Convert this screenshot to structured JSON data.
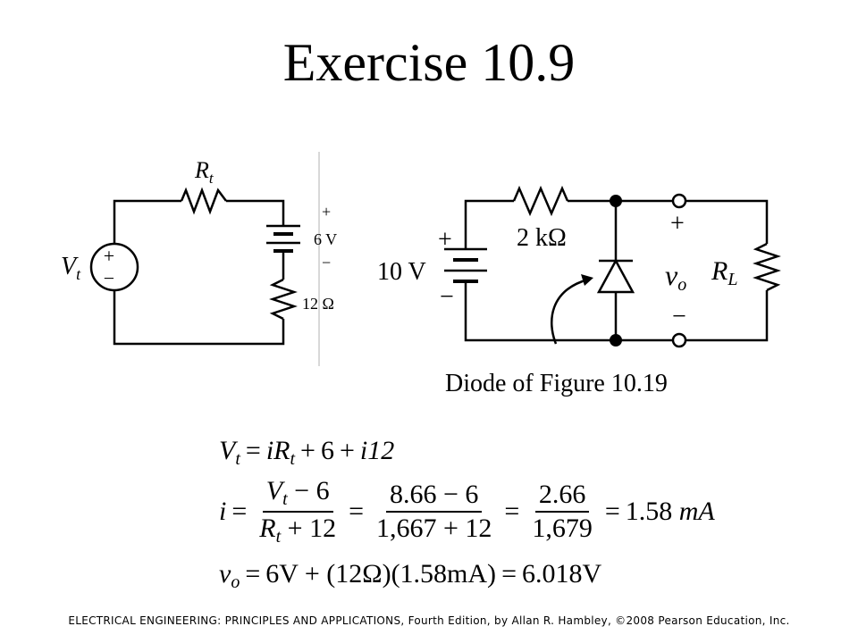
{
  "slide": {
    "title": "Exercise 10.9",
    "footer": "ELECTRICAL ENGINEERING: PRINCIPLES AND APPLICATIONS, Fourth Edition, by Allan R. Hambley, ©2008 Pearson Education, Inc."
  },
  "circuit_a": {
    "source_label": "V",
    "source_sub": "t",
    "plus": "+",
    "minus": "−",
    "resistor_label": "R",
    "resistor_sub": "t",
    "battery_plus": "+",
    "battery_label": "6 V",
    "battery_minus": "−",
    "r12_label": "12 Ω"
  },
  "circuit_b": {
    "battery_plus": "+",
    "battery_label": "10 V",
    "battery_minus": "−",
    "resistor_label": "2 kΩ",
    "out_plus": "+",
    "out_label": "v",
    "out_sub": "o",
    "out_minus": "−",
    "load_label": "R",
    "load_sub": "L",
    "caption": "Diode of Figure 10.19"
  },
  "equations": {
    "eq1": {
      "lhs": "V",
      "lhs_sub": "t",
      "eq": "=",
      "t1": "iR",
      "t1_sub": "t",
      "p1": "+",
      "t2": "6",
      "p2": "+",
      "t3": "i12"
    },
    "eq2": {
      "lhs": "i",
      "eq1": "=",
      "f1_num": "V",
      "f1_num_sub": "t",
      "f1_num_rest": " − 6",
      "f1_den": "R",
      "f1_den_sub": "t",
      "f1_den_rest": " + 12",
      "eq2": "=",
      "f2_num": "8.66 − 6",
      "f2_den": "1,667 + 12",
      "eq3": "=",
      "f3_num": "2.66",
      "f3_den": "1,679",
      "eq4": "=",
      "result": "1.58",
      "unit": "mA"
    },
    "eq3": {
      "lhs": "v",
      "lhs_sub": "o",
      "eq1": "=",
      "rhs": "6V + (12Ω)(1.58mA)",
      "eq2": "=",
      "result": "6.018V"
    }
  }
}
